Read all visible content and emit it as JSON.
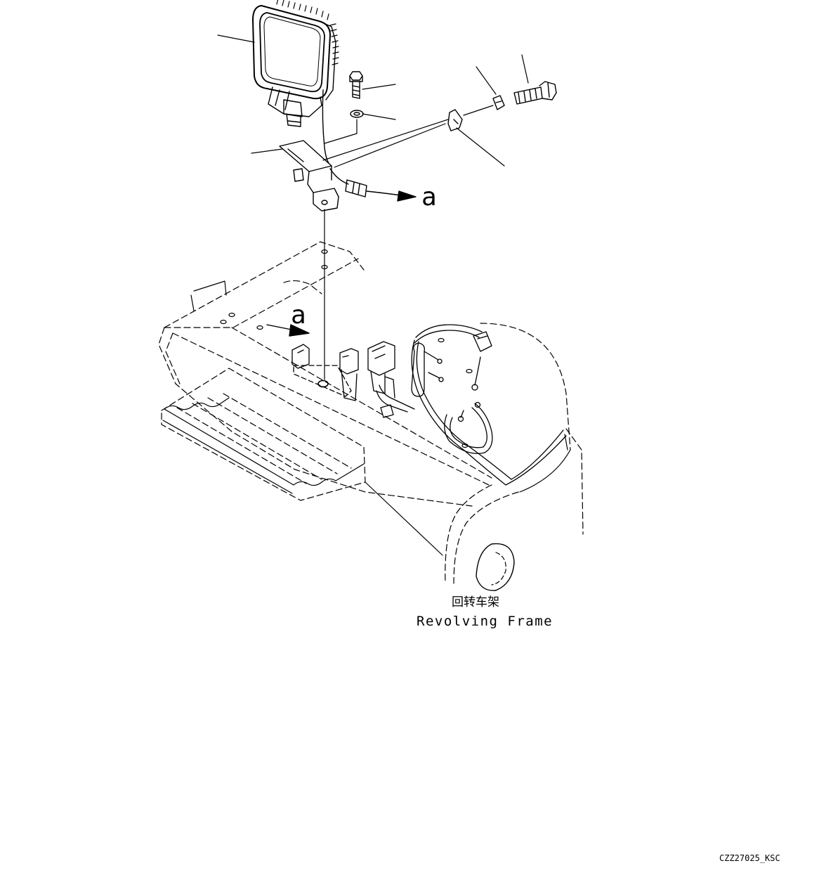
{
  "labels": {
    "view_ref_top": "a",
    "view_ref_frame": "a",
    "frame_name_cn": "回转车架",
    "frame_name_en": "Revolving Frame",
    "drawing_code": "CZZ27025_KSC"
  }
}
